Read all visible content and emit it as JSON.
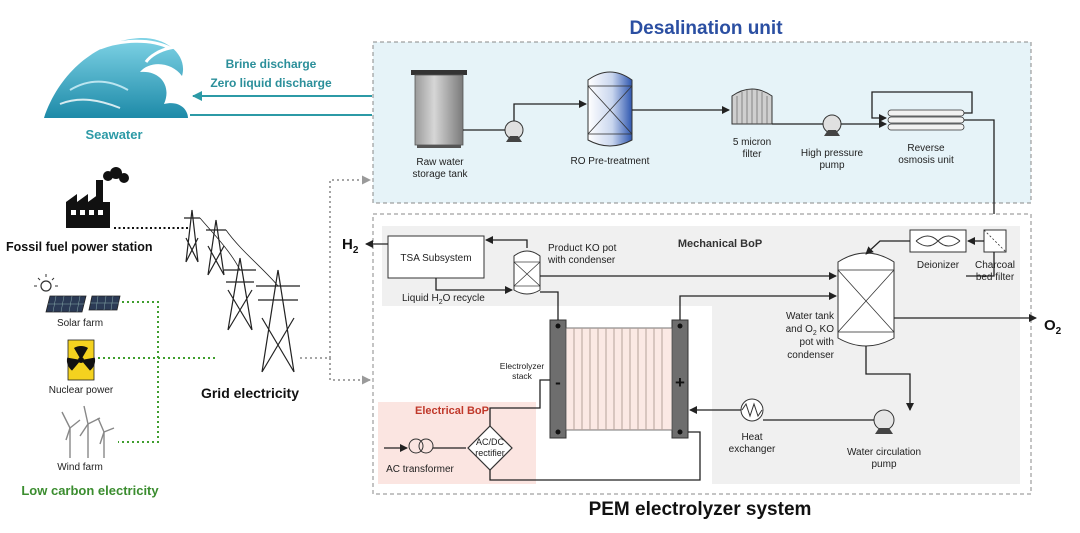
{
  "colors": {
    "desal_title": "#2b4fa2",
    "seawater": "#2c9aa6",
    "brine_text": "#2b8f9a",
    "electrical_bop": "#c0392b",
    "low_carbon": "#3b8d2f",
    "desal_bg": "#e6f3f8",
    "electrical_bg": "#fbe5e1"
  },
  "desalination": {
    "title": "Desalination unit",
    "raw_water_tank": "Raw water\nstorage tank",
    "ro_pretreatment": "RO Pre-treatment",
    "micron_filter": "5 micron\nfilter",
    "hp_pump": "High pressure\npump",
    "reverse_osmosis": "Reverse\nosmosis unit"
  },
  "seawater": {
    "label": "Seawater",
    "brine": "Brine discharge",
    "zld": "Zero liquid discharge"
  },
  "sources": {
    "fossil": "Fossil fuel power station",
    "solar": "Solar farm",
    "nuclear": "Nuclear power",
    "wind": "Wind farm",
    "low_carbon": "Low carbon electricity",
    "grid": "Grid electricity"
  },
  "pem": {
    "title": "PEM electrolyzer system",
    "mechanical_bop": "Mechanical BoP",
    "electrical_bop": "Electrical BoP",
    "tsa": "TSA Subsystem",
    "product_ko": "Product KO pot\nwith condenser",
    "liquid_recycle_pre": "Liquid H",
    "liquid_recycle_sub": "2",
    "liquid_recycle_post": "O recycle",
    "deionizer": "Deionizer",
    "charcoal": "Charcoal\nbed filter",
    "water_tank_1": "Water tank",
    "water_tank_2a": "and O",
    "water_tank_2sub": "2",
    "water_tank_2b": " KO",
    "water_tank_3": "pot with",
    "water_tank_4": "condenser",
    "stack": "Electrolyzer\nstack",
    "minus": "-",
    "plus": "+",
    "heat_exchanger": "Heat\nexchanger",
    "water_pump": "Water circulation\npump",
    "ac_transformer": "AC transformer",
    "rectifier": "AC/DC\nrectifier",
    "h2": "H",
    "h2_sub": "2",
    "o2": "O",
    "o2_sub": "2"
  }
}
